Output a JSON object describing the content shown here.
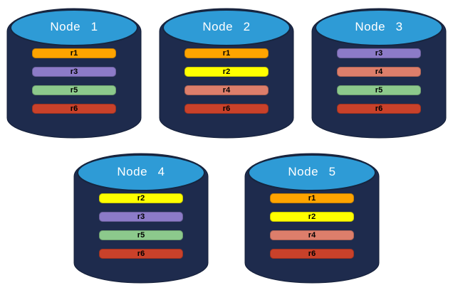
{
  "diagram": {
    "description": "replica-distribution-across-database-nodes",
    "colors": {
      "background": "#ffffff",
      "cylinder_body": "#1E2B4D",
      "cylinder_body_stroke": "#141F38",
      "cylinder_top": "#2E9BD6",
      "cylinder_top_stroke": "#16253F",
      "node_label_text": "#ffffff",
      "replica_label_text": "#000000"
    },
    "replica_colors": {
      "r1": "#FFA400",
      "r2": "#FFFF00",
      "r3": "#8C7BC8",
      "r4": "#DD7E6B",
      "r5": "#8CC98C",
      "r6": "#C9412A"
    },
    "nodes": [
      {
        "label": "Node 1",
        "replicas": [
          "r1",
          "r3",
          "r5",
          "r6"
        ]
      },
      {
        "label": "Node 2",
        "replicas": [
          "r1",
          "r2",
          "r4",
          "r6"
        ]
      },
      {
        "label": "Node 3",
        "replicas": [
          "r3",
          "r4",
          "r5",
          "r6"
        ]
      },
      {
        "label": "Node 4",
        "replicas": [
          "r2",
          "r3",
          "r5",
          "r6"
        ]
      },
      {
        "label": "Node 5",
        "replicas": [
          "r1",
          "r2",
          "r4",
          "r6"
        ]
      }
    ],
    "rows": [
      [
        0,
        1,
        2
      ],
      [
        3,
        4
      ]
    ]
  }
}
